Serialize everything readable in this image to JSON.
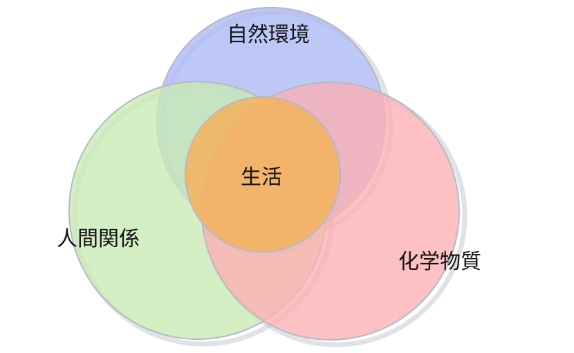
{
  "diagram": {
    "type": "venn",
    "circles": [
      {
        "id": "nature",
        "label": "自然環境",
        "color": "#aab8f5"
      },
      {
        "id": "human",
        "label": "人間関係",
        "color": "#c8ebb4"
      },
      {
        "id": "chemical",
        "label": "化学物質",
        "color": "#fcafb4"
      }
    ],
    "center": {
      "label": "生活",
      "color": "#f2b35f"
    },
    "outline_color": "#b4b8c4",
    "shadow_color": "#c8cbd2"
  }
}
